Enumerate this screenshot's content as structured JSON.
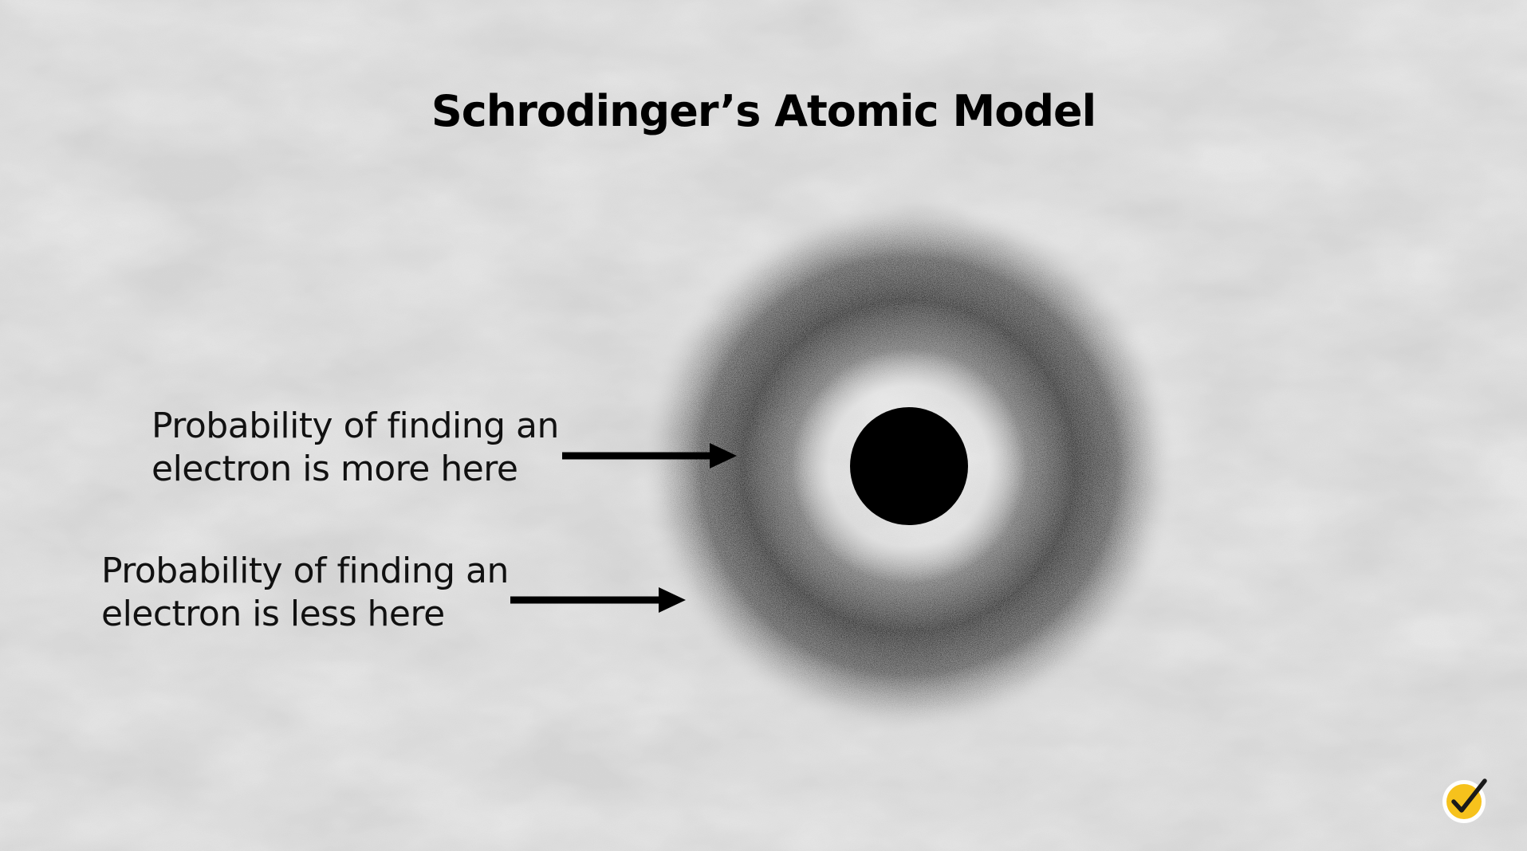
{
  "title": "Schrodinger’s Atomic Model",
  "labels": {
    "more": [
      "Probability of finding an",
      "electron is more here"
    ],
    "less": [
      "Probability of finding an",
      "electron is less here"
    ]
  },
  "colors": {
    "background": "#d4d4d4",
    "cloud": "#1a1a1a",
    "nucleus": "#000000",
    "text": "#000000",
    "logo_fill": "#f6c21c",
    "logo_ring": "#ffffff"
  },
  "icons": {
    "logo": "checkmark-badge-icon"
  }
}
